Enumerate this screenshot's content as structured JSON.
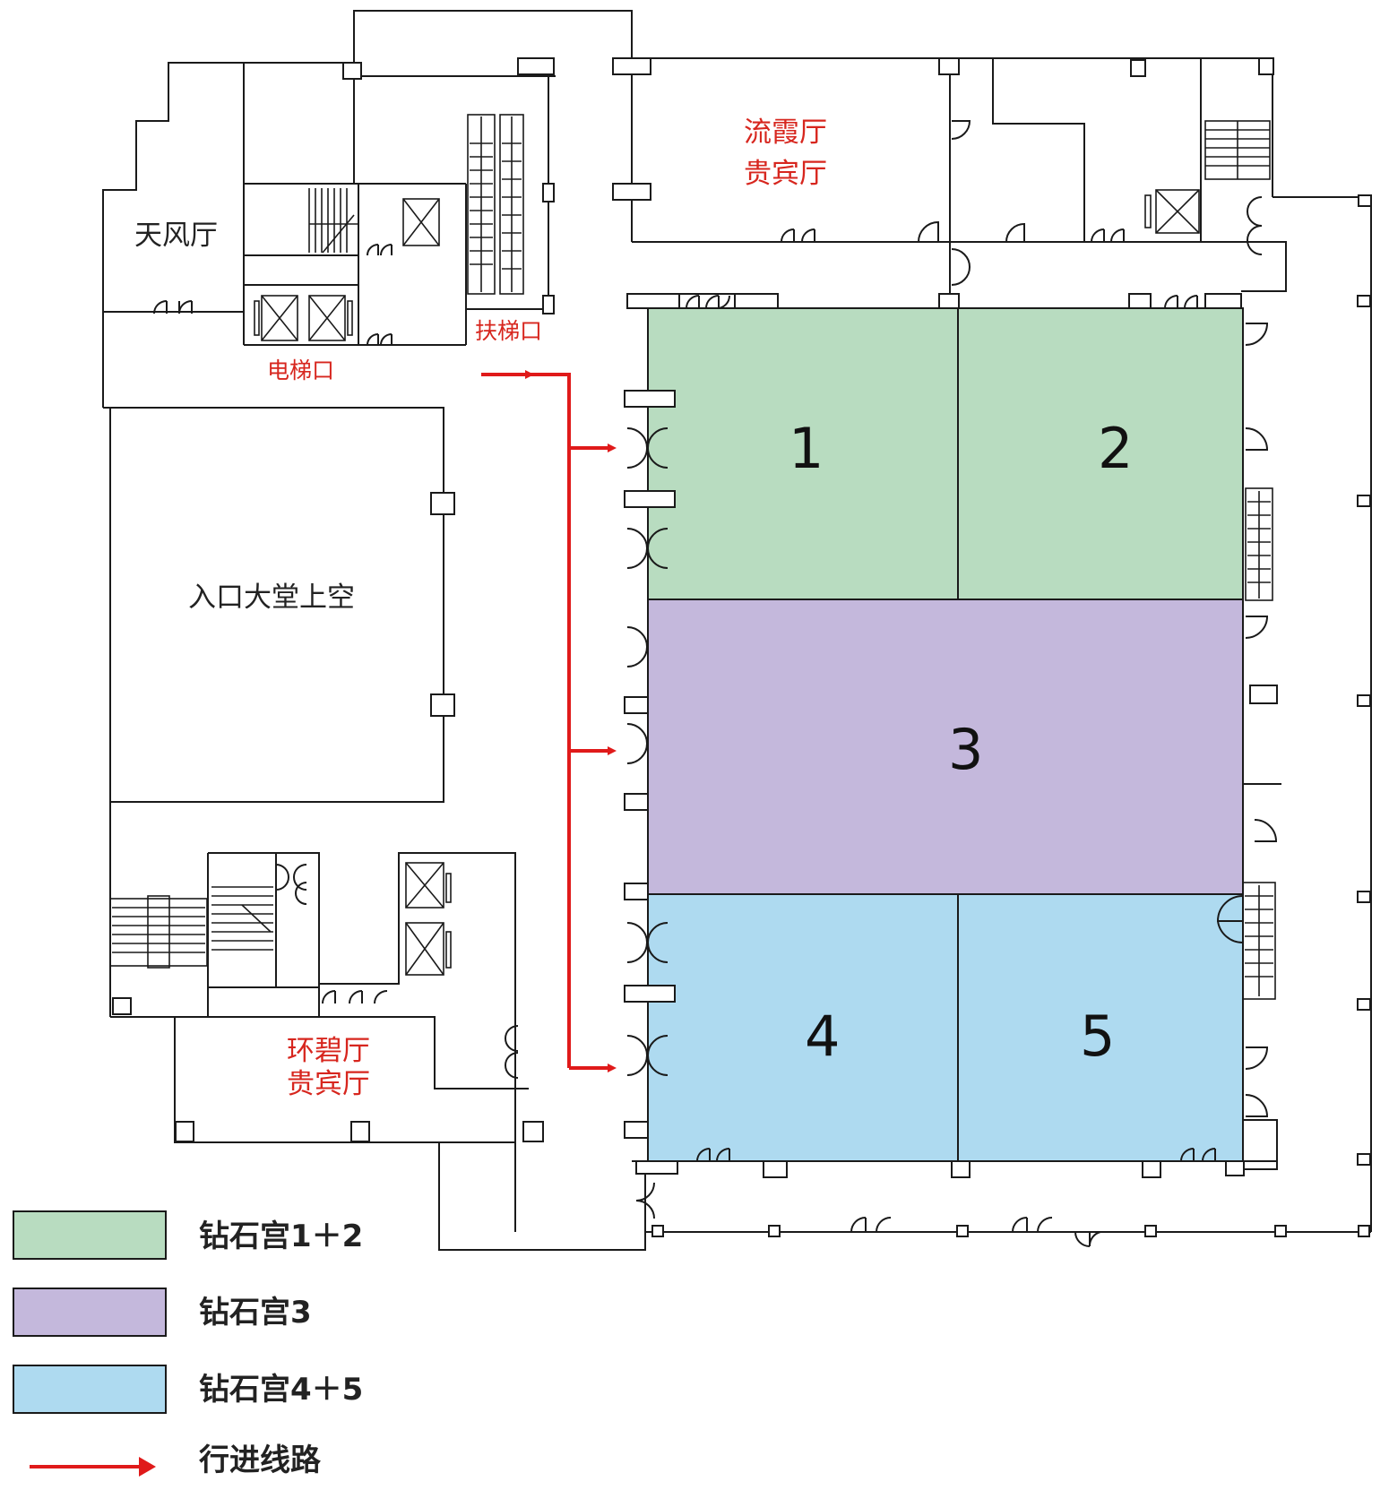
{
  "colors": {
    "zone_1_2": "#b8dcc0",
    "zone_3": "#c4b8dc",
    "zone_4_5": "#aedaf0",
    "route": "#e01a1a",
    "label_red": "#d7261e"
  },
  "rooms": {
    "tianfeng": "天风厅",
    "liuxia_line1": "流霞厅",
    "liuxia_line2": "贵宾厅",
    "lobby": "入口大堂上空",
    "huanbi_line1": "环碧厅",
    "huanbi_line2": "贵宾厅",
    "elevator": "电梯口",
    "escalator": "扶梯口"
  },
  "zones": {
    "z1": "1",
    "z2": "2",
    "z3": "3",
    "z4": "4",
    "z5": "5"
  },
  "legend": [
    {
      "label": "钻石宫1＋2",
      "color": "#b8dcc0",
      "icon": "swatch"
    },
    {
      "label": "钻石宫3",
      "color": "#c4b8dc",
      "icon": "swatch"
    },
    {
      "label": "钻石宫4＋5",
      "color": "#aedaf0",
      "icon": "swatch"
    },
    {
      "label": "行进线路",
      "color": "#e01a1a",
      "icon": "red-arrow"
    }
  ]
}
